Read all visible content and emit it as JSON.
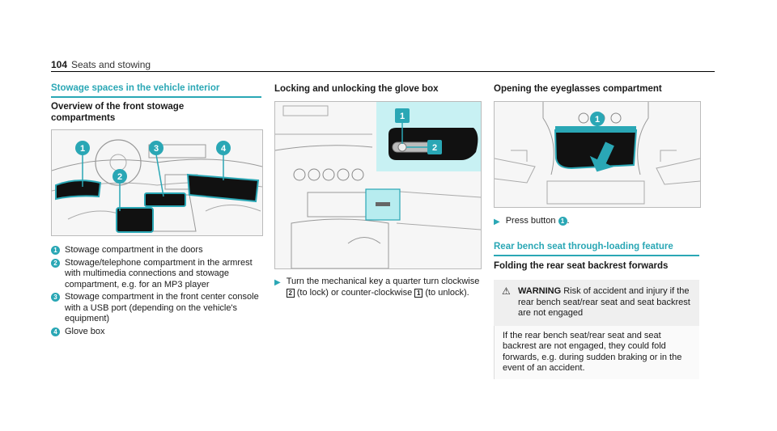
{
  "header": {
    "page_number": "104",
    "title": "Seats and stowing"
  },
  "col1": {
    "section_title": "Stowage spaces in the vehicle interior",
    "subheading": "Overview of the front stowage compartments",
    "figure_labels": [
      "1",
      "2",
      "3",
      "4"
    ],
    "list": [
      {
        "num": "1",
        "text": "Stowage compartment in the doors"
      },
      {
        "num": "2",
        "text": "Stowage/telephone compartment in the armrest with multimedia connections and stowage compartment, e.g. for an MP3 player"
      },
      {
        "num": "3",
        "text": "Stowage compartment in the front center console with a USB port (depending on the vehicle's equipment)"
      },
      {
        "num": "4",
        "text": "Glove box"
      }
    ]
  },
  "col2": {
    "subheading": "Locking and unlocking the glove box",
    "figure_labels": [
      "1",
      "2"
    ],
    "step": {
      "text_a": "Turn the mechanical key a quarter turn clockwise",
      "key2": "2",
      "text_b": "(to lock) or counter-clockwise",
      "key1": "1",
      "text_c": "(to unlock)."
    }
  },
  "col3": {
    "subheading": "Opening the eyeglasses compartment",
    "figure_labels": [
      "1"
    ],
    "step": {
      "text": "Press button",
      "badge": "1",
      "suffix": "."
    },
    "section_title": "Rear bench seat through-loading feature",
    "subheading2": "Folding the rear seat backrest forwards",
    "warning": {
      "label": "WARNING",
      "head_text": "Risk of accident and injury if the rear bench seat/rear seat and seat backrest are not engaged",
      "body": "If the rear bench seat/rear seat and seat backrest are not engaged, they could fold forwards, e.g. during sudden braking or in the event of an accident."
    }
  },
  "colors": {
    "accent": "#2aa7b5",
    "text": "#1a1a1a"
  }
}
